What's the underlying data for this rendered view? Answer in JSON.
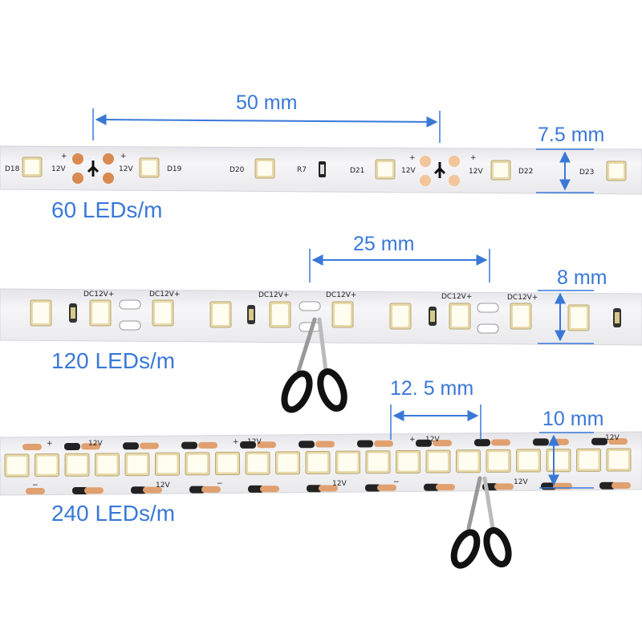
{
  "colors": {
    "annotation": "#3a78d8",
    "strip_background": "#f1f1f3",
    "pad_copper": "#e0a070",
    "led_frame": "#e8d9a8",
    "led_chip": "#fffdf0",
    "scissors": "#111111"
  },
  "strips": [
    {
      "density_label": "60 LEDs/m",
      "cut_spacing": "50 mm",
      "width": "7.5 mm",
      "silkscreen": {
        "leds": [
          "D18",
          "D19",
          "D20",
          "D21",
          "D22",
          "D23"
        ],
        "resistor": "R7",
        "voltage": "12V",
        "plus": "+"
      }
    },
    {
      "density_label": "120 LEDs/m",
      "cut_spacing": "25 mm",
      "width": "8 mm",
      "silkscreen": {
        "voltage": "DC12V+"
      }
    },
    {
      "density_label": "240 LEDs/m",
      "cut_spacing": "12. 5 mm",
      "width": "10 mm",
      "silkscreen": {
        "voltage": "12V",
        "plus": "+",
        "minus": "−"
      }
    }
  ],
  "icons": [
    "scissors-icon",
    "scissors-icon"
  ]
}
